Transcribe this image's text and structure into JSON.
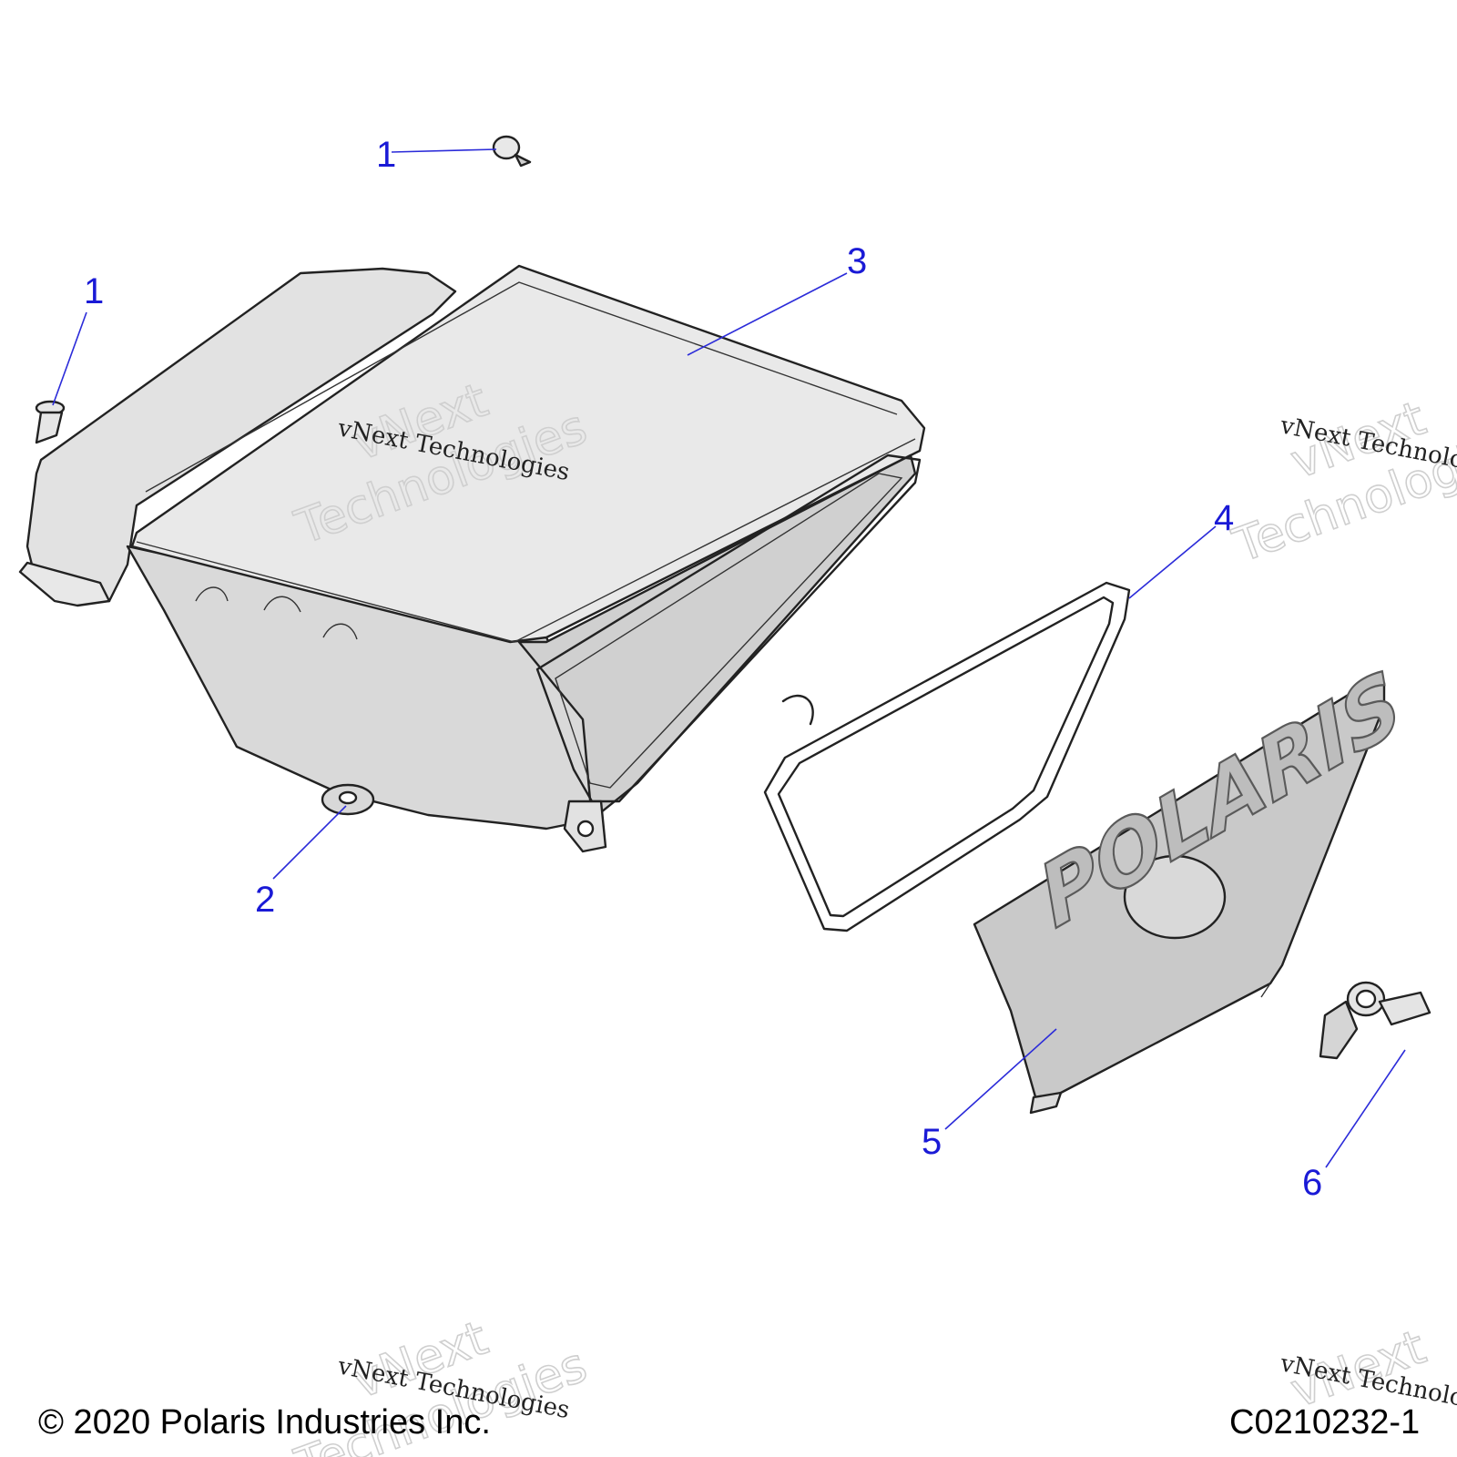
{
  "callouts": {
    "c1_top": "1",
    "c1_left": "1",
    "c2": "2",
    "c3": "3",
    "c4": "4",
    "c5": "5",
    "c6": "6"
  },
  "watermark": {
    "serif_line": "vNext Technologies",
    "outline_word1": "vNext",
    "outline_word2": "Technologies"
  },
  "logo_text": "POLARIS",
  "footer": {
    "copyright": "© 2020 Polaris Industries Inc.",
    "drawing_number": "C0210232-1"
  },
  "colors": {
    "callout_blue": "#1a1ad6",
    "part_fill": "#e6e6e6",
    "panel_fill": "#cfcfcf"
  }
}
